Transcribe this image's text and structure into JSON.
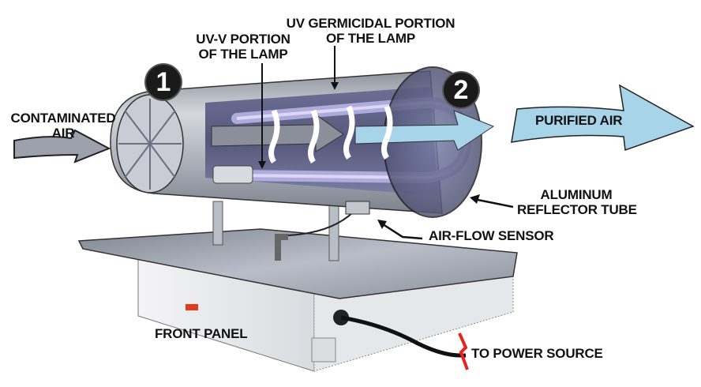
{
  "diagram": {
    "title": "UV air purifier cutaway",
    "labels": {
      "contaminated_air": [
        "CONTAMINATED",
        "AIR"
      ],
      "uv_v": [
        "UV-V PORTION",
        "OF THE LAMP"
      ],
      "uv_germicidal": [
        "UV GERMICIDAL PORTION",
        "OF THE LAMP"
      ],
      "purified_air": "PURIFIED AIR",
      "reflector": [
        "ALUMINUM",
        "REFLECTOR TUBE"
      ],
      "airflow_sensor": "AIR-FLOW SENSOR",
      "front_panel": "FRONT PANEL",
      "power_source": "TO POWER SOURCE"
    },
    "stages": [
      {
        "number": "1"
      },
      {
        "number": "2"
      }
    ],
    "colors": {
      "purified_arrow": "#a8d4ea",
      "contaminated_arrow": "#8a8f9a",
      "lamp_glow": "#9a8fd0",
      "tube_metal": "#b8bcc6",
      "power_break": "#e8231c",
      "base": "#e8e9ec",
      "plate": "#9fa5b0"
    }
  }
}
